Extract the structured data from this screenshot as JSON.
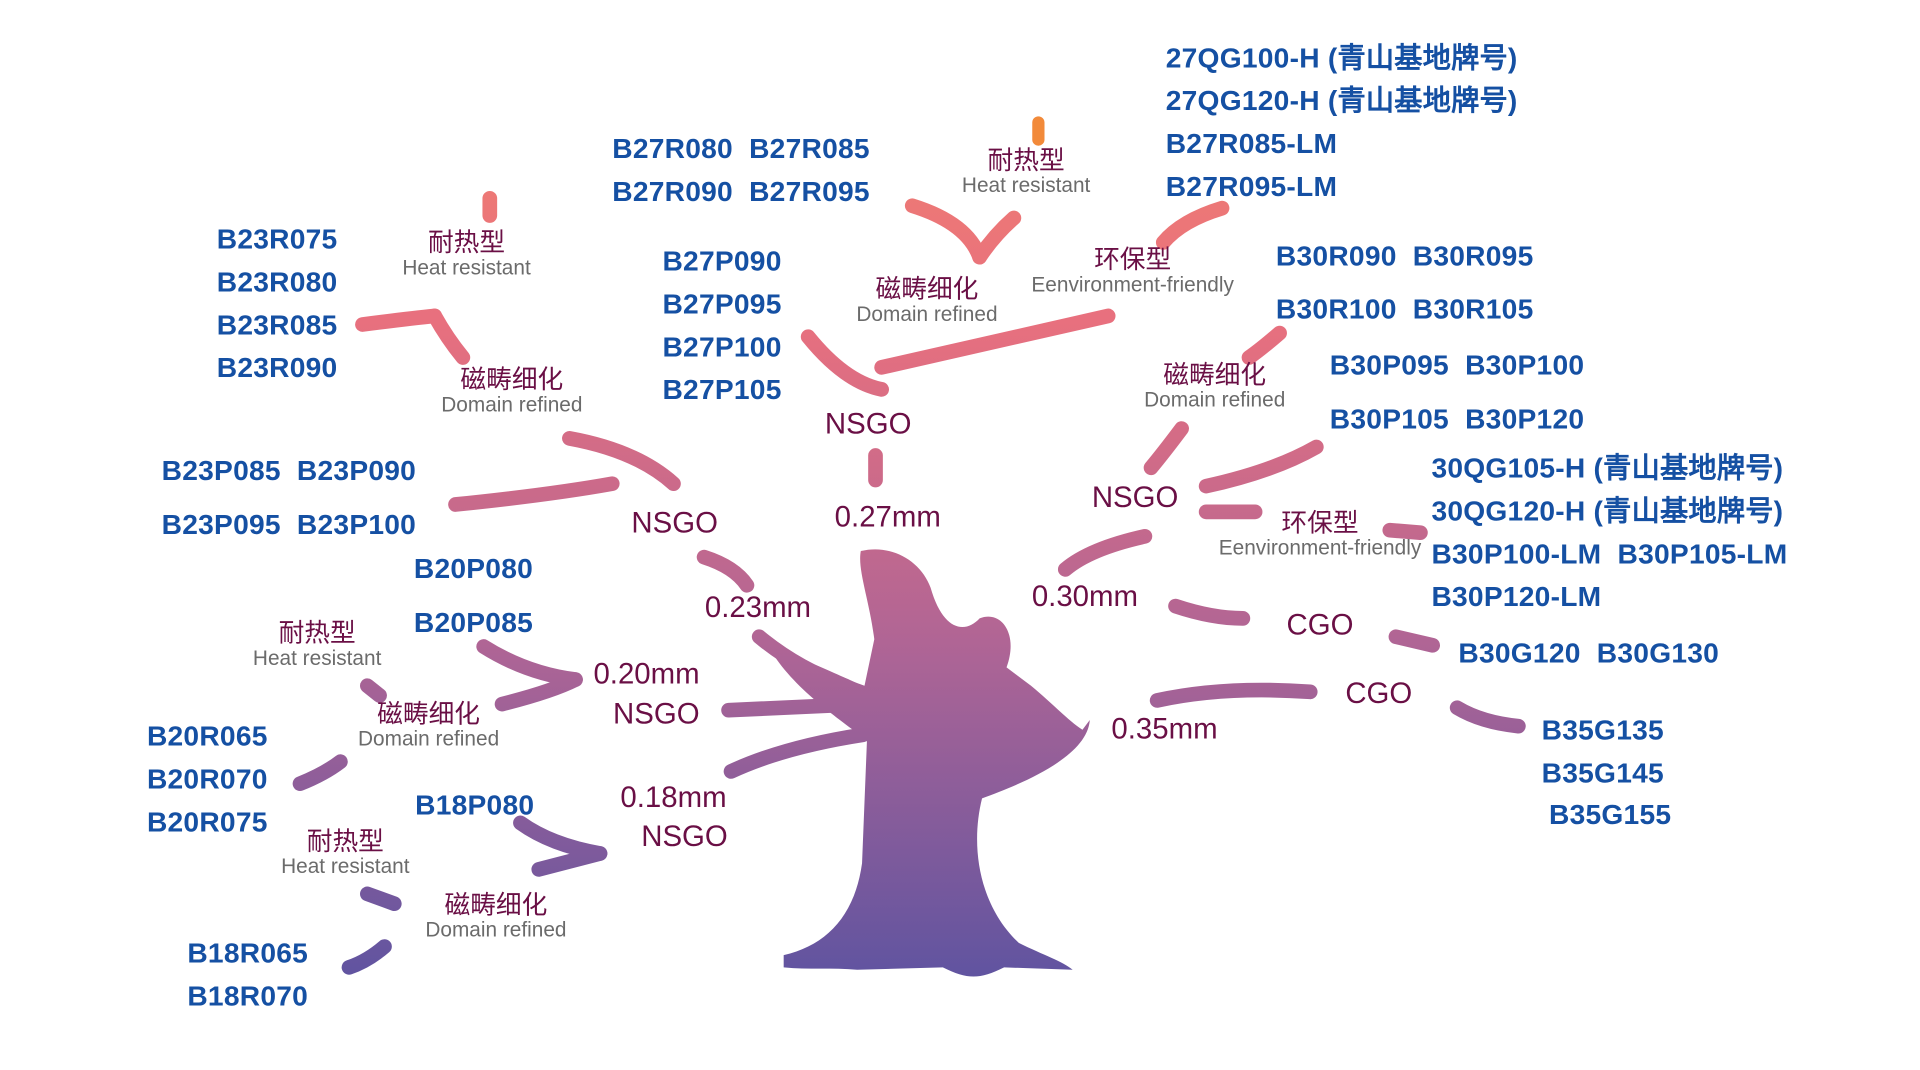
{
  "colors": {
    "code": "#1550a3",
    "label": "#6a0f45",
    "english": "#6b6b6b",
    "tree_top": "#e5707d",
    "tree_bottom": "#4a4fa3",
    "accent_orange": "#f28a3a"
  },
  "product_groups": [
    {
      "lines": [
        "27QG100-H (青山基地牌号)",
        "27QG120-H (青山基地牌号)",
        "B27R085-LM",
        "B27R095-LM"
      ]
    },
    {
      "lines": [
        "B27R080  B27R085",
        "B27R090  B27R095"
      ]
    },
    {
      "lines": [
        "B23R075",
        "B23R080",
        "B23R085",
        "B23R090"
      ]
    },
    {
      "lines": [
        "B27P090",
        "B27P095",
        "B27P100",
        "B27P105"
      ]
    },
    {
      "lines": [
        "B30R090  B30R095"
      ]
    },
    {
      "lines": [
        "B30R100  B30R105"
      ]
    },
    {
      "lines": [
        "B30P095  B30P100"
      ]
    },
    {
      "lines": [
        "B30P105  B30P120"
      ]
    },
    {
      "lines": [
        "30QG105-H (青山基地牌号)",
        "30QG120-H (青山基地牌号)",
        "B30P100-LM  B30P105-LM",
        "B30P120-LM"
      ]
    },
    {
      "lines": [
        "B23P085  B23P090"
      ]
    },
    {
      "lines": [
        "B23P095  B23P100"
      ]
    },
    {
      "lines": [
        "B20P080"
      ]
    },
    {
      "lines": [
        "B20P085"
      ]
    },
    {
      "lines": [
        "B30G120  B30G130"
      ]
    },
    {
      "lines": [
        "B35G135",
        "B35G145"
      ]
    },
    {
      "lines": [
        "B35G155"
      ]
    },
    {
      "lines": [
        "B20R065",
        "B20R070",
        "B20R075"
      ]
    },
    {
      "lines": [
        "B18P080"
      ]
    },
    {
      "lines": [
        "B18R065",
        "B18R070"
      ]
    }
  ],
  "type_labels": [
    {
      "zh": "耐热型",
      "en": "Heat resistant"
    },
    {
      "zh": "耐热型",
      "en": "Heat resistant"
    },
    {
      "zh": "磁畴细化",
      "en": "Domain refined"
    },
    {
      "zh": "环保型",
      "en": "Eenvironment-friendly"
    },
    {
      "zh": "磁畴细化",
      "en": "Domain refined"
    },
    {
      "zh": "磁畴细化",
      "en": "Domain refined"
    },
    {
      "zh": "环保型",
      "en": "Eenvironment-friendly"
    },
    {
      "zh": "耐热型",
      "en": "Heat resistant"
    },
    {
      "zh": "磁畴细化",
      "en": "Domain refined"
    },
    {
      "zh": "耐热型",
      "en": "Heat resistant"
    },
    {
      "zh": "磁畴细化",
      "en": "Domain refined"
    }
  ],
  "grade_labels": [
    "NSGO",
    "0.27mm",
    "NSGO",
    "NSGO",
    "0.30mm",
    "0.23mm",
    "CGO",
    "0.20mm",
    "CGO",
    "NSGO",
    "0.35mm",
    "0.18mm",
    "NSGO"
  ]
}
